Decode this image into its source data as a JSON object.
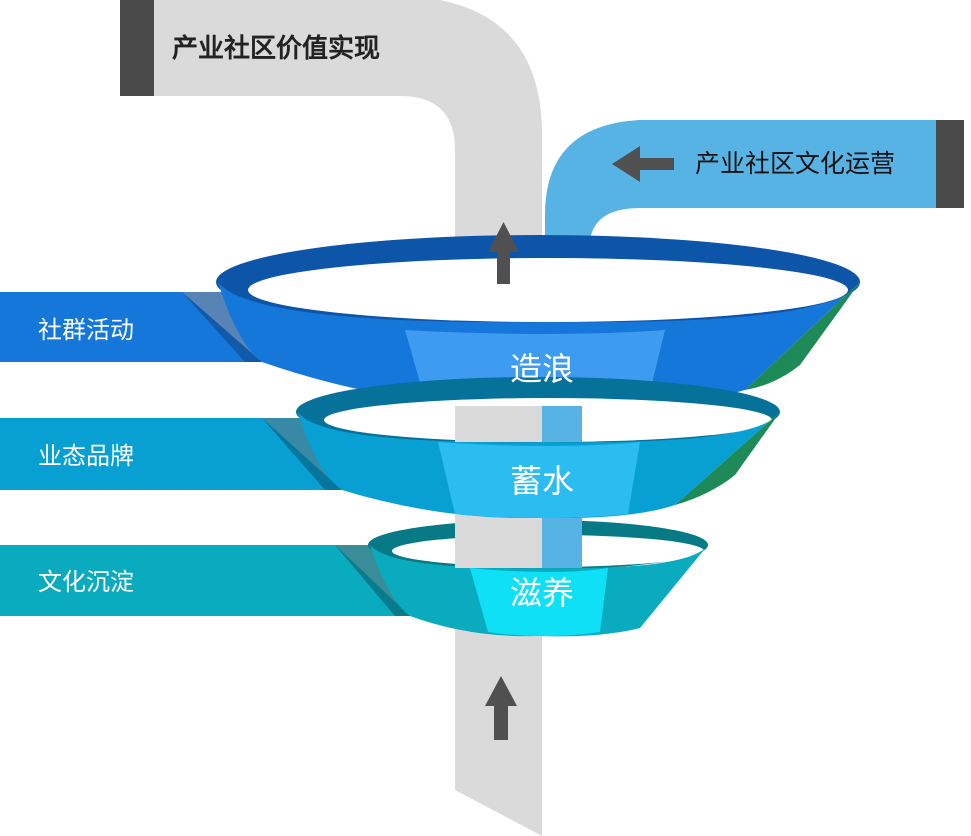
{
  "top_label": "产业社区价值实现",
  "right_label": "产业社区文化运营",
  "bands": [
    {
      "side_label": "社群活动",
      "center_label": "造浪"
    },
    {
      "side_label": "业态品牌",
      "center_label": "蓄水"
    },
    {
      "side_label": "文化沉淀",
      "center_label": "滋养"
    }
  ],
  "colors": {
    "pipe_gray": "#dadada",
    "pipe_blue": "#56b3e4",
    "band1": "#1477d9",
    "band2": "#08a0d2",
    "band3": "#0aabbe",
    "accent_green": "#1e8a58",
    "arrow": "#555555"
  }
}
